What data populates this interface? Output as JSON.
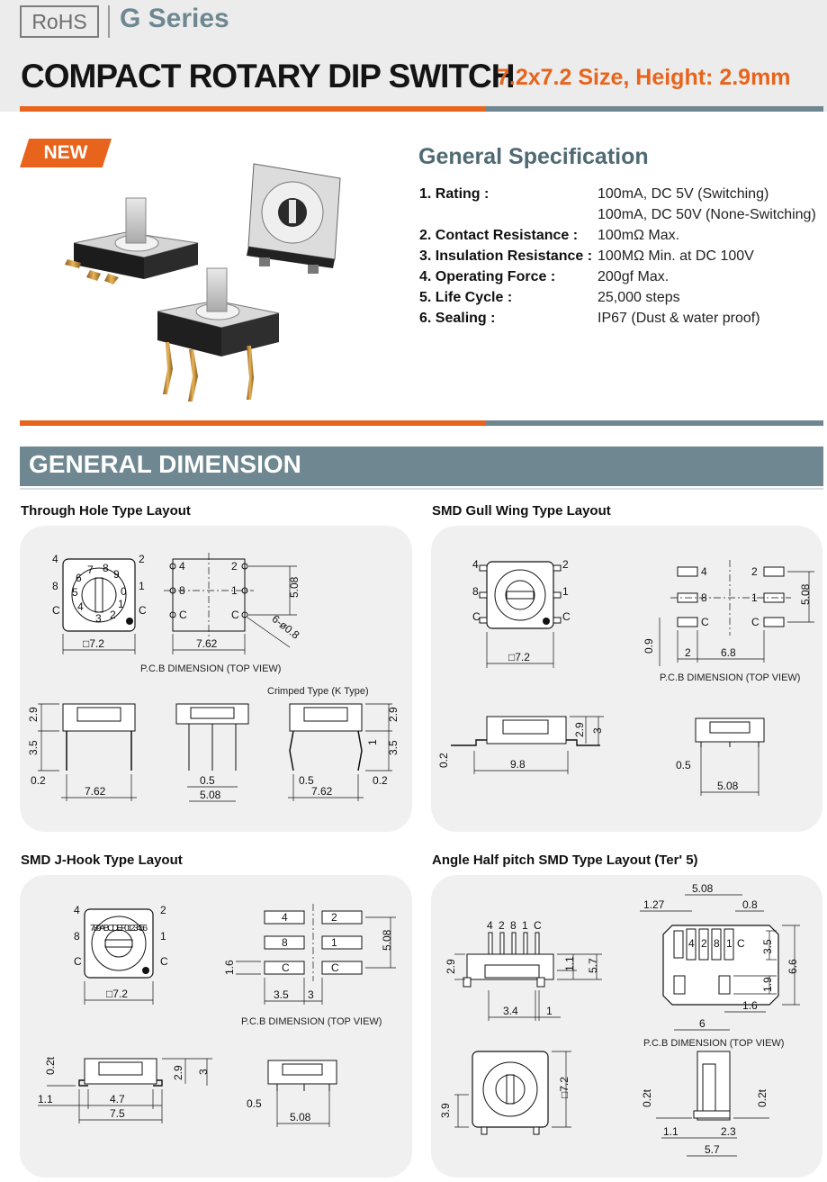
{
  "header": {
    "rohs_label": "RoHS",
    "series": "G Series",
    "title": "COMPACT ROTARY DIP SWITCH",
    "subtitle": "7.2x7.2 Size, Height: 2.9mm"
  },
  "colors": {
    "accent": "#e8641c",
    "slate": "#6e8791"
  },
  "product": {
    "badge": "NEW"
  },
  "spec": {
    "title": "General Specification",
    "rows": [
      {
        "label": "1. Rating :",
        "value": "100mA, DC 5V (Switching)"
      },
      {
        "label": "",
        "value": "100mA, DC 50V (None-Switching)"
      },
      {
        "label": "2. Contact Resistance :",
        "value": "100mΩ Max."
      },
      {
        "label": "3. Insulation Resistance :",
        "value": "100MΩ Min. at DC 100V"
      },
      {
        "label": "4. Operating Force :",
        "value": "200gf Max."
      },
      {
        "label": "5. Life Cycle :",
        "value": "25,000 steps"
      },
      {
        "label": "6. Sealing :",
        "value": "IP67 (Dust & water proof)"
      }
    ]
  },
  "dimension": {
    "banner": "GENERAL DIMENSION",
    "pcb_caption": "P.C.B DIMENSION (TOP VIEW)",
    "through_hole": {
      "label": "Through Hole Type Layout",
      "crimped": "Crimped Type (K Type)",
      "pins": [
        "4",
        "2",
        "8",
        "1",
        "C",
        "C"
      ],
      "dial": [
        "7",
        "8",
        "9",
        "6",
        "5",
        "4",
        "3",
        "2",
        "1",
        "0"
      ],
      "dims": {
        "size": "□7.2",
        "pitch": "7.62",
        "h508": "5.08",
        "hole": "6-ø0.8",
        "h29": "2.9",
        "h35": "3.5",
        "t02": "0.2",
        "w762": "7.62",
        "p05": "0.5",
        "w508": "5.08",
        "c29": "2.9",
        "c1": "1",
        "c35": "3.5",
        "c05": "0.5",
        "c02": "0.2",
        "cw762": "7.62"
      }
    },
    "gull_wing": {
      "label": "SMD Gull Wing Type Layout",
      "pins": [
        "4",
        "2",
        "8",
        "1",
        "C",
        "C"
      ],
      "dims": {
        "size": "□7.2",
        "h508": "5.08",
        "v09": "0.9",
        "w2": "2",
        "w68": "6.8",
        "t02": "0.2",
        "h29": "2.9",
        "h3": "3",
        "w98": "9.8",
        "p05": "0.5",
        "w508": "5.08"
      }
    },
    "jhook": {
      "label": "SMD J-Hook Type Layout",
      "pins": [
        "4",
        "2",
        "8",
        "1",
        "C",
        "C"
      ],
      "dial": "789ABCDEF0123456",
      "dims": {
        "size": "□7.2",
        "h508": "5.08",
        "v16": "1.6",
        "w35": "3.5",
        "w3": "3",
        "t02": "0.2t",
        "h29": "2.9",
        "h3": "3",
        "w11": "1.1",
        "w47": "4.7",
        "w75": "7.5",
        "p05": "0.5",
        "w508": "5.08"
      }
    },
    "angle": {
      "label": "Angle Half pitch SMD Type Layout (Ter' 5)",
      "pins": [
        "4",
        "2",
        "8",
        "1",
        "C"
      ],
      "dims": {
        "h29": "2.9",
        "v11": "1.1",
        "v57": "5.7",
        "w34": "3.4",
        "w1": "1",
        "h39": "3.9",
        "s72": "□7.2",
        "t508": "5.08",
        "w127": "1.27",
        "w08": "0.8",
        "v35": "3.5",
        "v66": "6.6",
        "v19": "1.9",
        "w16": "1.6",
        "w6": "6",
        "t02a": "0.2t",
        "t02b": "0.2t",
        "w11": "1.1",
        "w23": "2.3",
        "w57": "5.7"
      }
    }
  }
}
